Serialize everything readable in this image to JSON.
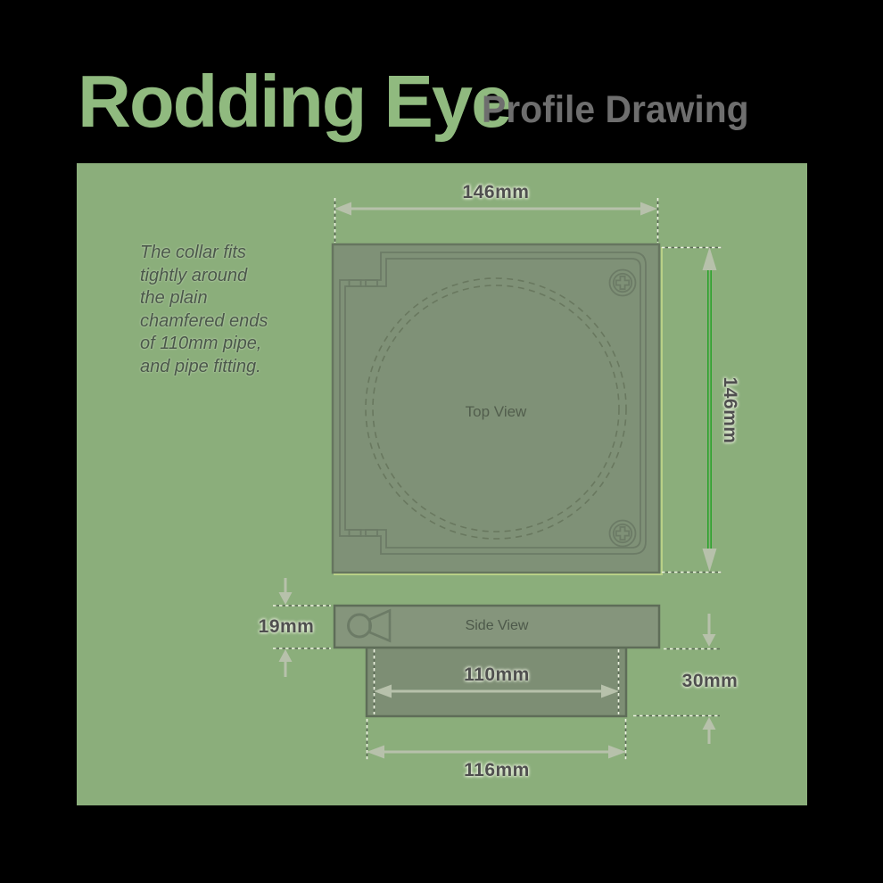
{
  "header": {
    "title": "Rodding Eye",
    "subtitle": "Profile Drawing"
  },
  "annotation": "The collar fits\ntightly around\nthe plain\nchamfered ends\nof 110mm pipe,\nand pipe fitting.",
  "views": {
    "top_label": "Top View",
    "side_label": "Side View"
  },
  "dimensions": {
    "top_width": "146mm",
    "right_height": "146mm",
    "collar_thickness": "19mm",
    "spigot_depth": "30mm",
    "bore_diameter": "110mm",
    "spigot_width": "116mm"
  },
  "colors": {
    "background": "#000000",
    "panel_green": "#8bae7b",
    "title_green": "#90ba7f",
    "subtitle_gray": "#6e6e6e",
    "plate_fill": "#7f9177",
    "collar_fill": "#85957c",
    "spigot_fill": "#7d8e74",
    "outline_dark": "#6c7b66",
    "dimension_gray": "#b7c1ab",
    "dimension_green": "#2da32d",
    "label_dark": "#4f4f4f"
  }
}
